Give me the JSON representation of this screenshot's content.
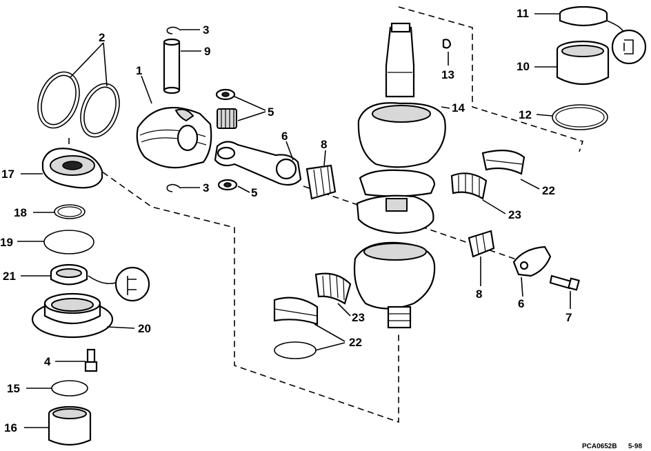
{
  "diagram": {
    "reference_code": "PCA0652B",
    "reference_date": "5-98",
    "callouts": {
      "c1": "1",
      "c2": "2",
      "c3a": "3",
      "c3b": "3",
      "c4": "4",
      "c5a": "5",
      "c5b": "5",
      "c6a": "6",
      "c6b": "6",
      "c7": "7",
      "c8a": "8",
      "c8b": "8",
      "c9": "9",
      "c10": "10",
      "c11": "11",
      "c12": "12",
      "c13": "13",
      "c14": "14",
      "c15": "15",
      "c16": "16",
      "c17": "17",
      "c18": "18",
      "c19": "19",
      "c20": "20",
      "c21": "21",
      "c22a": "22",
      "c22b": "22",
      "c23a": "23",
      "c23b": "23"
    }
  }
}
